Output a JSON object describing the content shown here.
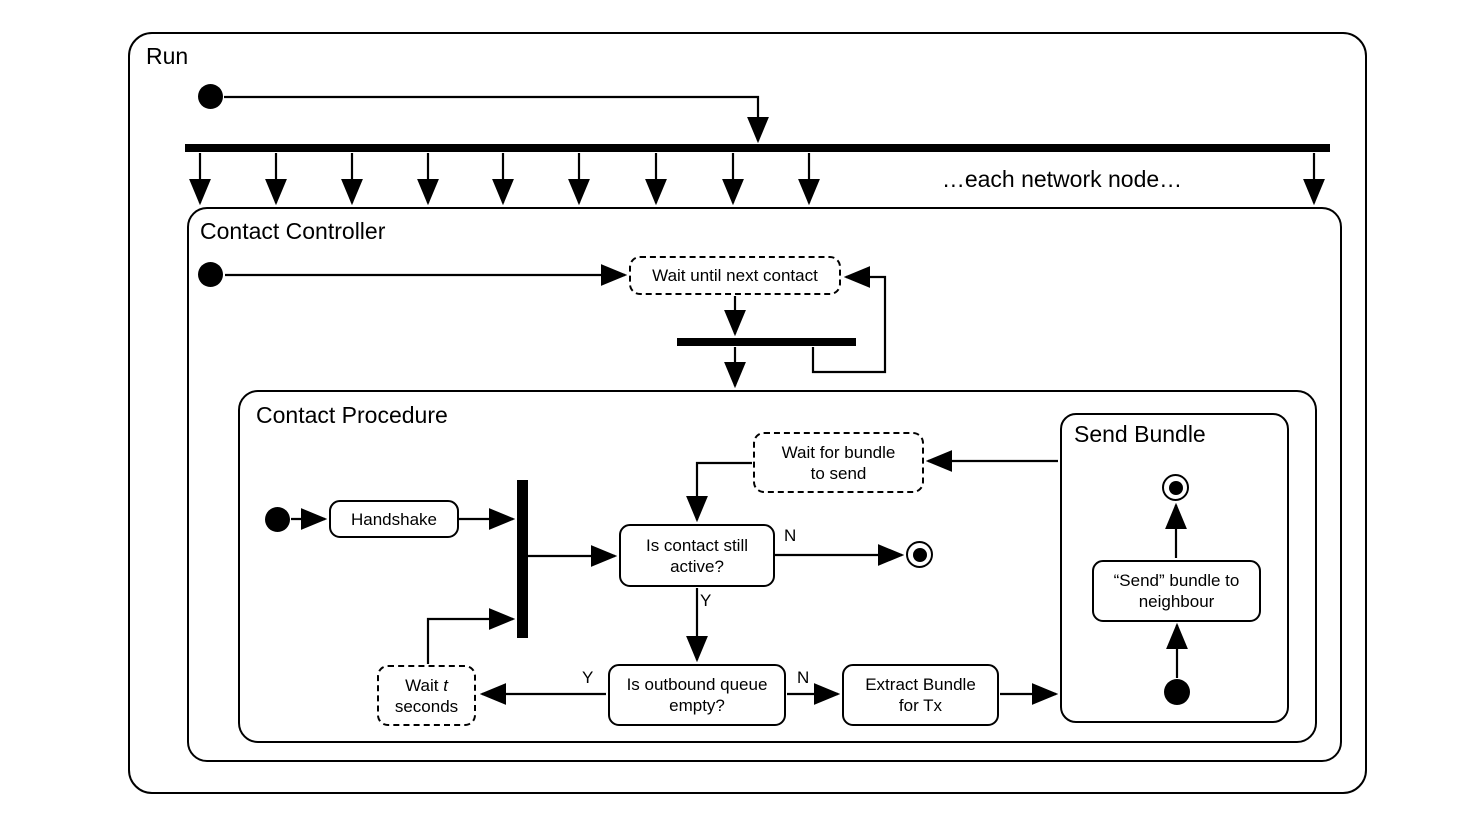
{
  "diagram": {
    "type": "uml-activity-diagram",
    "colors": {
      "line": "#000000",
      "background": "#ffffff"
    },
    "run": {
      "label": "Run",
      "annotation": "…each network node…"
    },
    "contact_controller": {
      "label": "Contact Controller",
      "nodes": {
        "wait_until_next_contact": "Wait until next contact"
      }
    },
    "contact_procedure": {
      "label": "Contact Procedure",
      "nodes": {
        "handshake": "Handshake",
        "wait_for_bundle_to_send": "Wait for bundle to send",
        "is_contact_still_active": "Is contact still active?",
        "is_outbound_queue_empty": "Is outbound queue empty?",
        "wait_t_seconds": {
          "prefix": "Wait",
          "variable": "t",
          "suffix": "seconds"
        },
        "extract_bundle_for_tx": "Extract Bundle for Tx"
      },
      "edge_labels": {
        "contact_active_no": "N",
        "contact_active_yes": "Y",
        "queue_empty_yes": "Y",
        "queue_empty_no": "N"
      }
    },
    "send_bundle": {
      "label": "Send Bundle",
      "nodes": {
        "send_bundle_to_neighbour": "“Send” bundle to neighbour"
      }
    }
  }
}
